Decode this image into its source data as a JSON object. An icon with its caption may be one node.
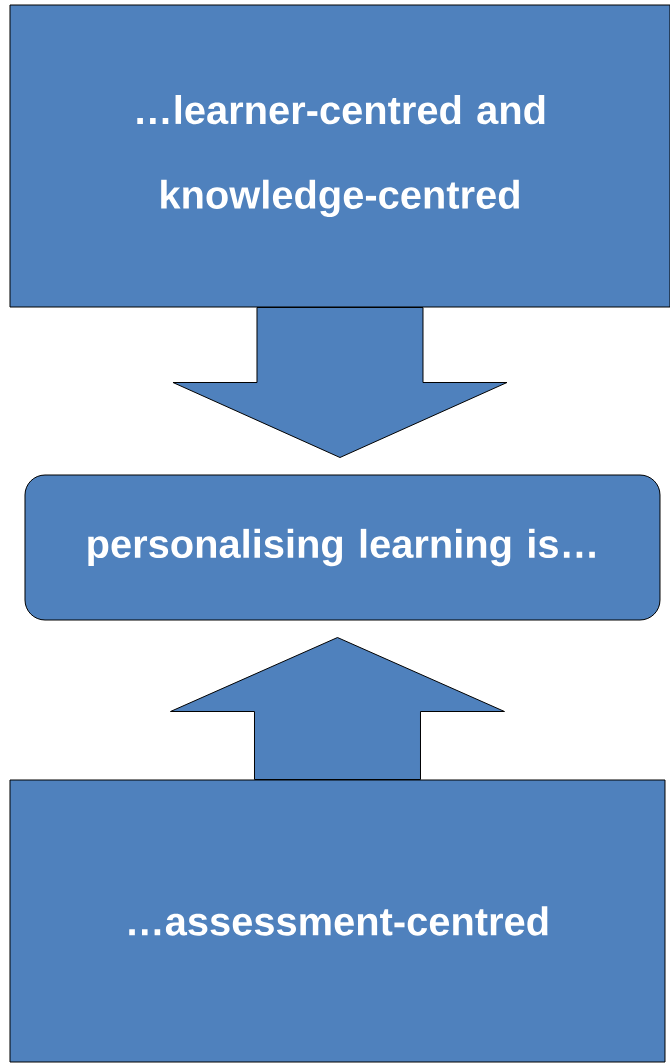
{
  "diagram": {
    "nodes": [
      {
        "text": [
          "…learner-centred and knowledge-centred"
        ]
      },
      {
        "text": [
          "personalising learning is…"
        ]
      },
      {
        "text": [
          "…assessment-centred"
        ]
      }
    ],
    "edges": [
      {
        "from": 0,
        "to": 1,
        "arrow": "to"
      },
      {
        "from": 2,
        "to": 1,
        "arrow": "to"
      }
    ]
  }
}
